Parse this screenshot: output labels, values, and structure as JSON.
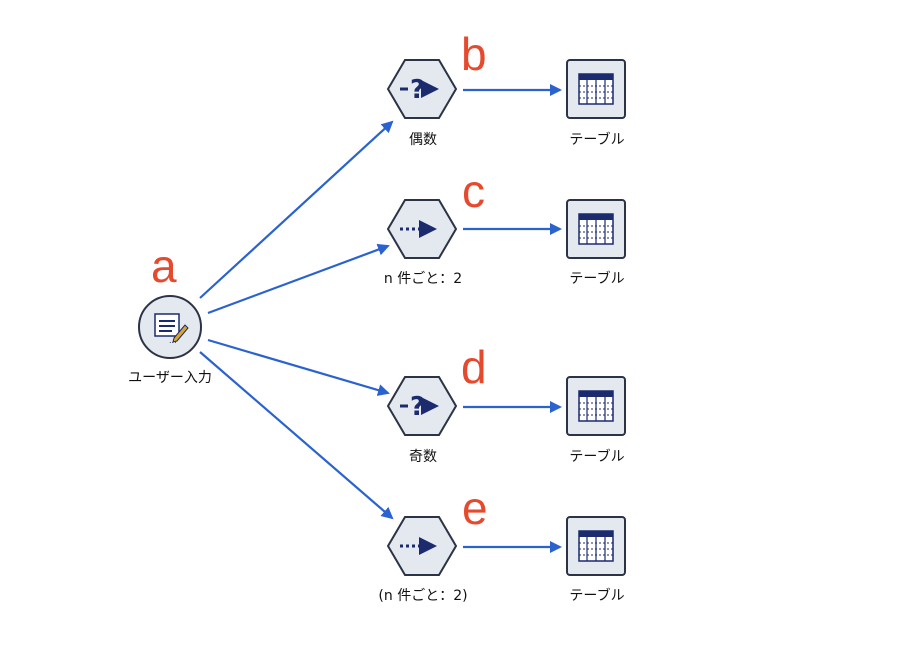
{
  "colors": {
    "edge": "#2a62d0",
    "node_fill": "#e4e8ef",
    "node_border": "#2d3346",
    "icon": "#1c2a6e",
    "annotation": "#e64a2e"
  },
  "nodes": {
    "user_input": {
      "label": "ユーザー入力",
      "icon": "user-input-icon"
    },
    "even": {
      "label": "偶数",
      "icon": "select-icon"
    },
    "sample_n": {
      "label": "n 件ごと：2",
      "icon": "sample-icon"
    },
    "odd": {
      "label": "奇数",
      "icon": "select-icon"
    },
    "sample_n_paren": {
      "label": "(n 件ごと：2)",
      "icon": "sample-icon"
    },
    "table_b": {
      "label": "テーブル",
      "icon": "table-icon"
    },
    "table_c": {
      "label": "テーブル",
      "icon": "table-icon"
    },
    "table_d": {
      "label": "テーブル",
      "icon": "table-icon"
    },
    "table_e": {
      "label": "テーブル",
      "icon": "table-icon"
    }
  },
  "annotations": {
    "a": "a",
    "b": "b",
    "c": "c",
    "d": "d",
    "e": "e"
  }
}
